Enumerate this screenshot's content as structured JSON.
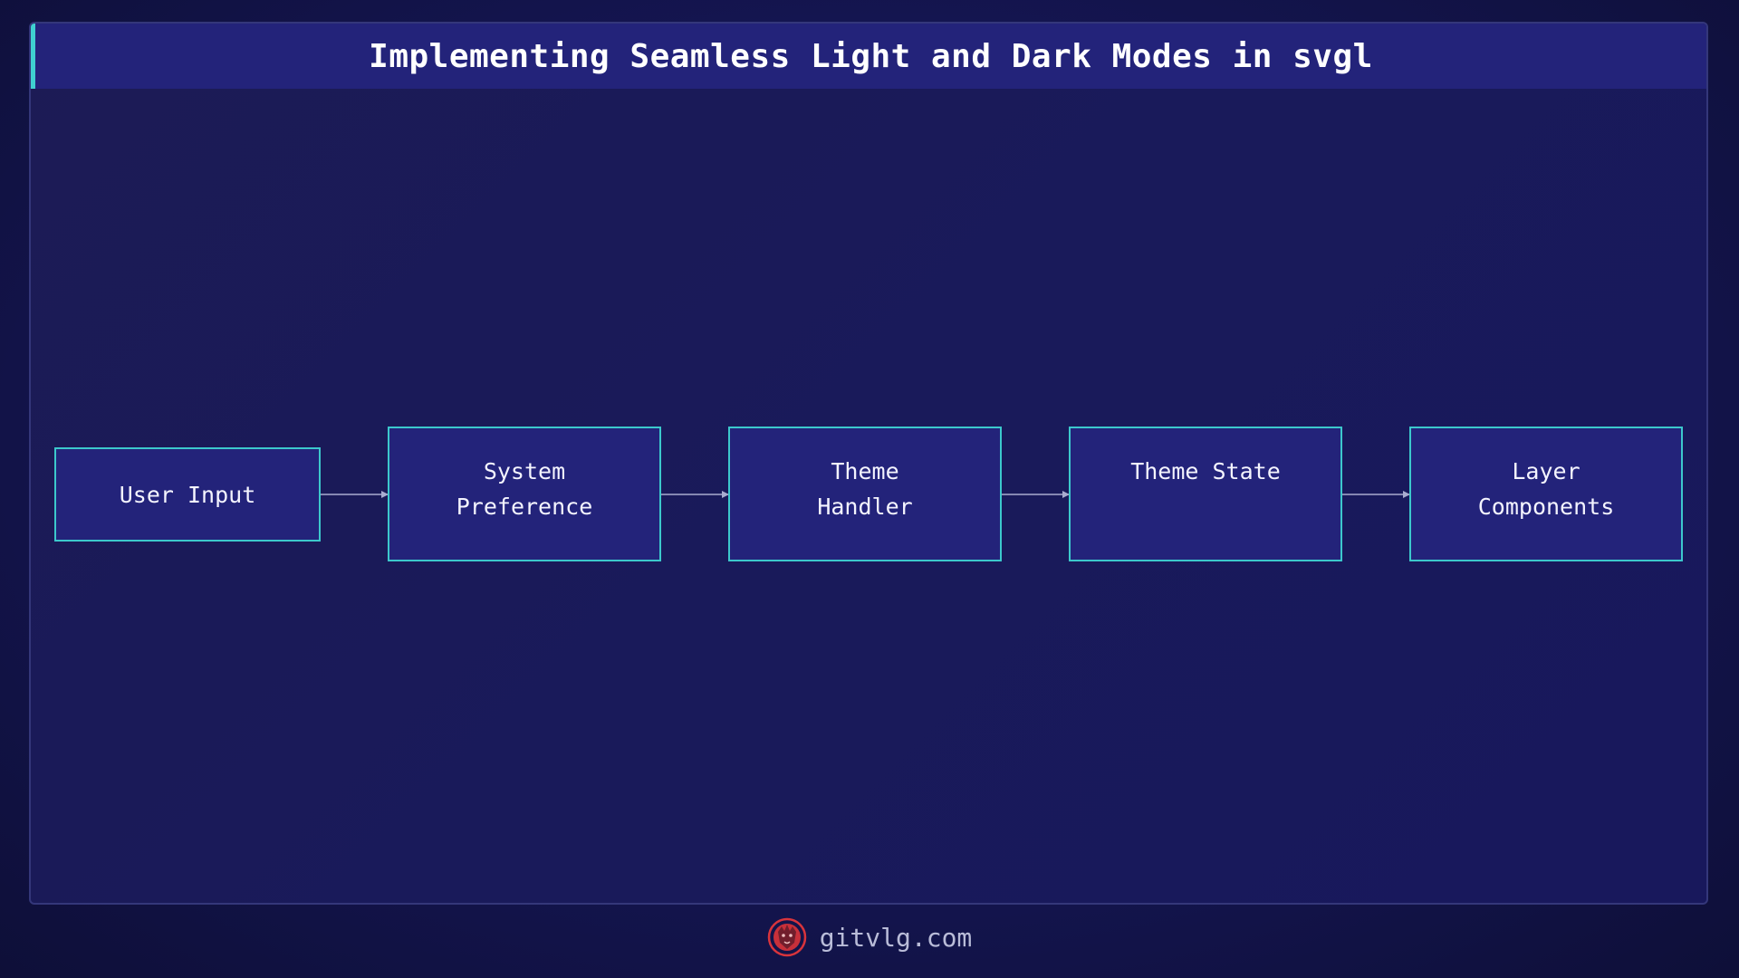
{
  "title": "Implementing Seamless Light and Dark Modes in svgl",
  "nodes": [
    {
      "label": "User Input"
    },
    {
      "label": "System\nPreference"
    },
    {
      "label": "Theme\nHandler"
    },
    {
      "label": "Theme State"
    },
    {
      "label": "Layer\nComponents"
    }
  ],
  "edges": [
    {
      "from": "User Input",
      "to": "System Preference"
    },
    {
      "from": "System Preference",
      "to": "Theme Handler"
    },
    {
      "from": "Theme Handler",
      "to": "Theme State"
    },
    {
      "from": "Theme State",
      "to": "Layer Components"
    }
  ],
  "footer": {
    "site": "gitvlg.com",
    "logo_icon": "lion-logo-icon"
  },
  "colors": {
    "background": "#141550",
    "node_fill": "#23237a",
    "node_border": "#3cc8cc",
    "accent": "#3fd0d0",
    "arrow": "#a9acd0",
    "logo": "#d8343c"
  }
}
